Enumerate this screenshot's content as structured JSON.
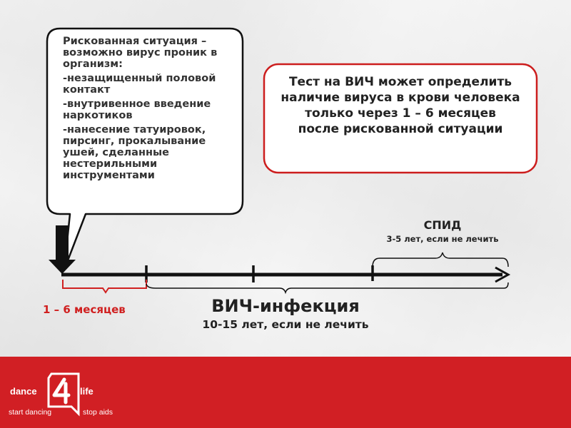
{
  "callout": {
    "heading": "Рискованная ситуация – возможно вирус проник в организм:",
    "items": [
      "-незащищенный половой контакт",
      "-внутривенное введение наркотиков",
      "-нанесение татуировок, пирсинг, прокалывание ушей, сделанные нестерильными инструментами"
    ]
  },
  "test_box": {
    "lines": [
      "Тест на ВИЧ может определить",
      "наличие вируса в крови человека",
      "только через 1 – 6 месяцев",
      "после рискованной ситуации"
    ]
  },
  "timeline": {
    "window_label": "1 – 6 месяцев",
    "hiv_title": "ВИЧ-инфекция",
    "hiv_subtitle": "10-15 лет, если не лечить",
    "aids_title": "СПИД",
    "aids_subtitle": "3-5 лет, если не лечить"
  },
  "logo": {
    "left_word": "dance",
    "right_word": "life",
    "slogan_left": "start dancing",
    "slogan_right": "stop aids"
  },
  "colors": {
    "accent_red": "#d11f24",
    "timeline_black": "#111111",
    "text_dark": "#222222"
  }
}
